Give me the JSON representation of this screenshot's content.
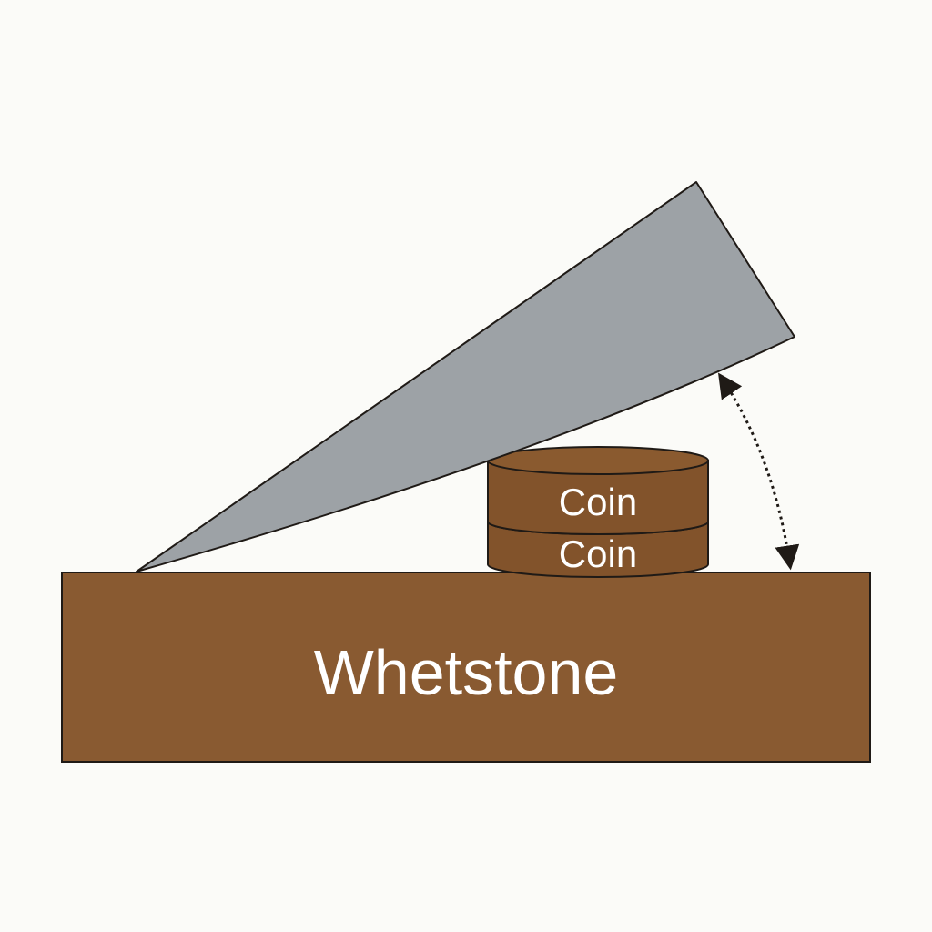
{
  "labels": {
    "stone": "Whetstone",
    "coin_top": "Coin",
    "coin_bottom": "Coin"
  },
  "colors": {
    "background": "#fbfbf8",
    "blade_fill": "#9da2a6",
    "stone_fill": "#895a31",
    "coin_fill": "#82532b",
    "outline": "#1f1a16",
    "arrow": "#1f1a16",
    "text": "#ffffff"
  },
  "icons": {
    "angle_arrow": "double-headed-curved-dotted-arrow"
  }
}
